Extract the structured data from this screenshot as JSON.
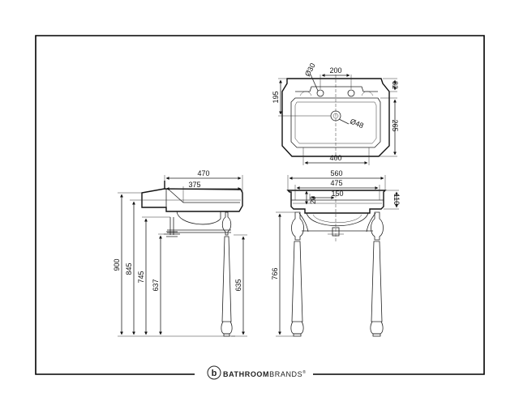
{
  "top_view": {
    "dims": {
      "tap_hole_spacing": "200",
      "tap_hole_diameter": "Ø30",
      "waste_diameter": "Ø48",
      "back_depth": "195",
      "rear_upstand": "82",
      "bowl_depth": "265",
      "bowl_width": "400"
    }
  },
  "side_view": {
    "dims": {
      "overall_depth": "470",
      "bowl_depth": "375",
      "overall_height": "900",
      "rim_height": "845",
      "bowl_base_height": "745",
      "leg_height_front": "637",
      "leg_height_rear": "635"
    }
  },
  "front_view": {
    "dims": {
      "overall_width": "560",
      "bowl_width": "475",
      "waste_offset": "150",
      "rim_thickness": "20",
      "basin_height": "110",
      "stand_height": "766"
    }
  },
  "brand": {
    "logo_letter": "b",
    "name_bold": "BATHROOM",
    "name_light": "BRANDS",
    "mark": "®"
  }
}
